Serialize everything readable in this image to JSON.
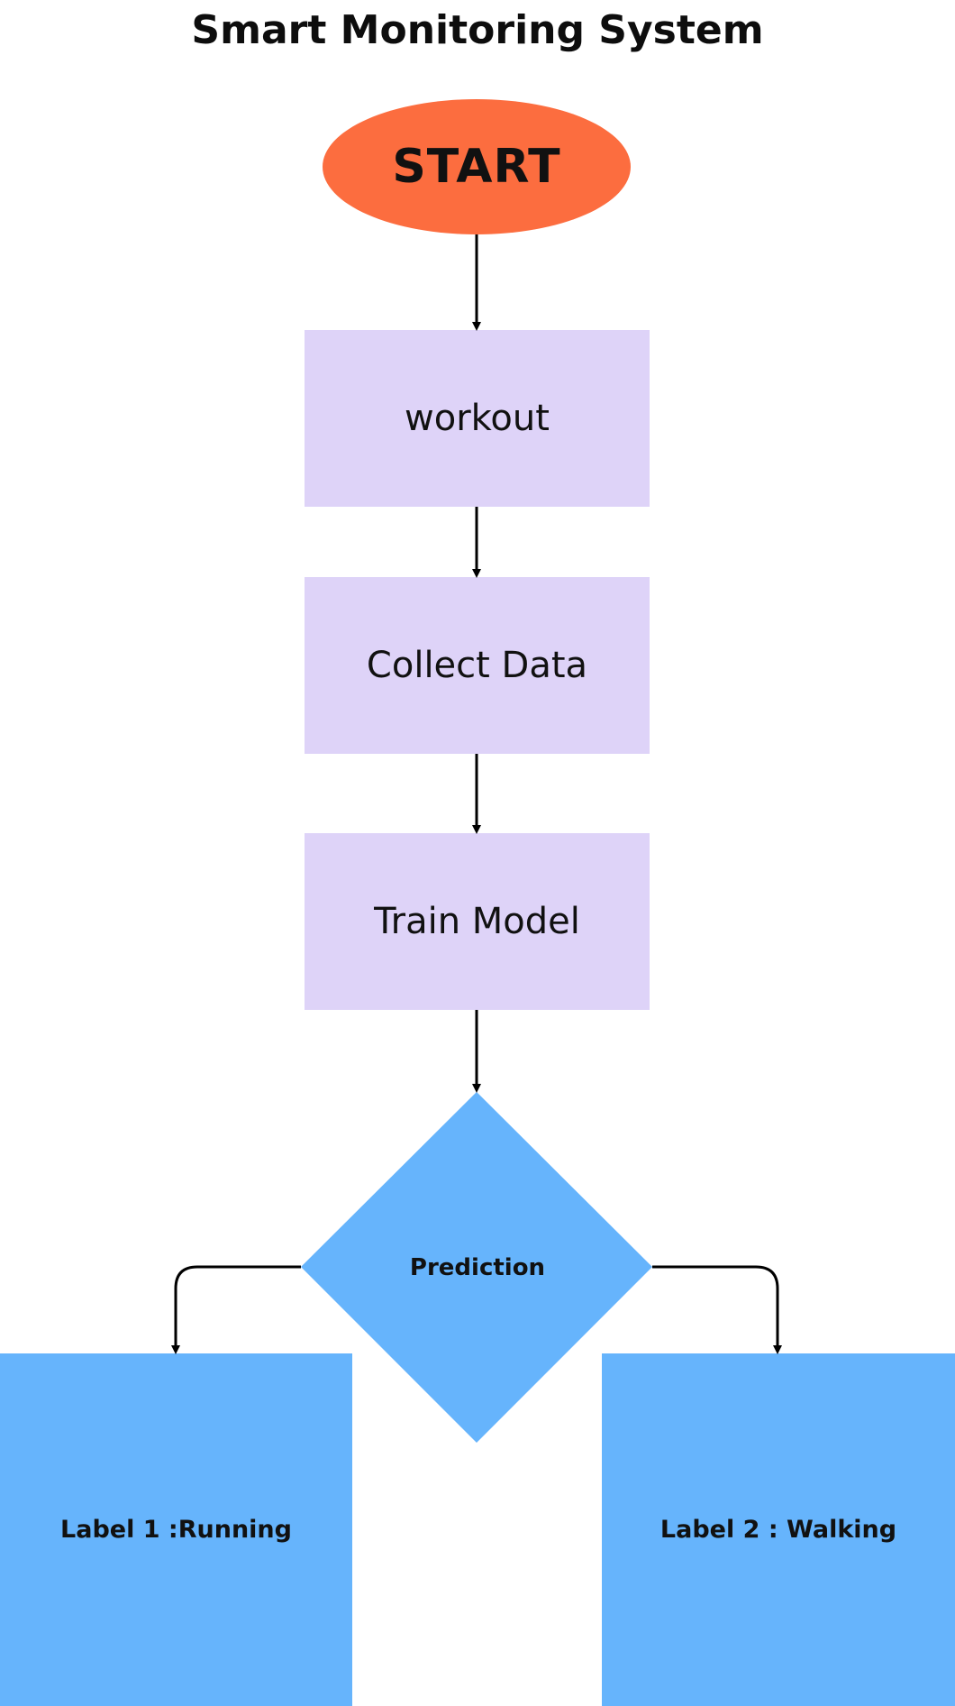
{
  "title": "Smart Monitoring System",
  "nodes": {
    "start": {
      "label": "START",
      "color": "#FC6D3F"
    },
    "workout": {
      "label": "workout",
      "color": "#DED3F8"
    },
    "collect_data": {
      "label": "Collect Data",
      "color": "#DED3F8"
    },
    "train_model": {
      "label": "Train Model",
      "color": "#DED3F8"
    },
    "prediction": {
      "label": "Prediction",
      "color": "#66B4FC"
    },
    "label_running": {
      "label": "Label 1 :Running",
      "color": "#66B4FC"
    },
    "label_walking": {
      "label": "Label 2 : Walking",
      "color": "#66B4FC"
    }
  },
  "edges": [
    {
      "from": "start",
      "to": "workout"
    },
    {
      "from": "workout",
      "to": "collect_data"
    },
    {
      "from": "collect_data",
      "to": "train_model"
    },
    {
      "from": "train_model",
      "to": "prediction"
    },
    {
      "from": "prediction",
      "to": "label_running"
    },
    {
      "from": "prediction",
      "to": "label_walking"
    }
  ],
  "colors": {
    "arrow": "#000000",
    "text": "#111111"
  }
}
